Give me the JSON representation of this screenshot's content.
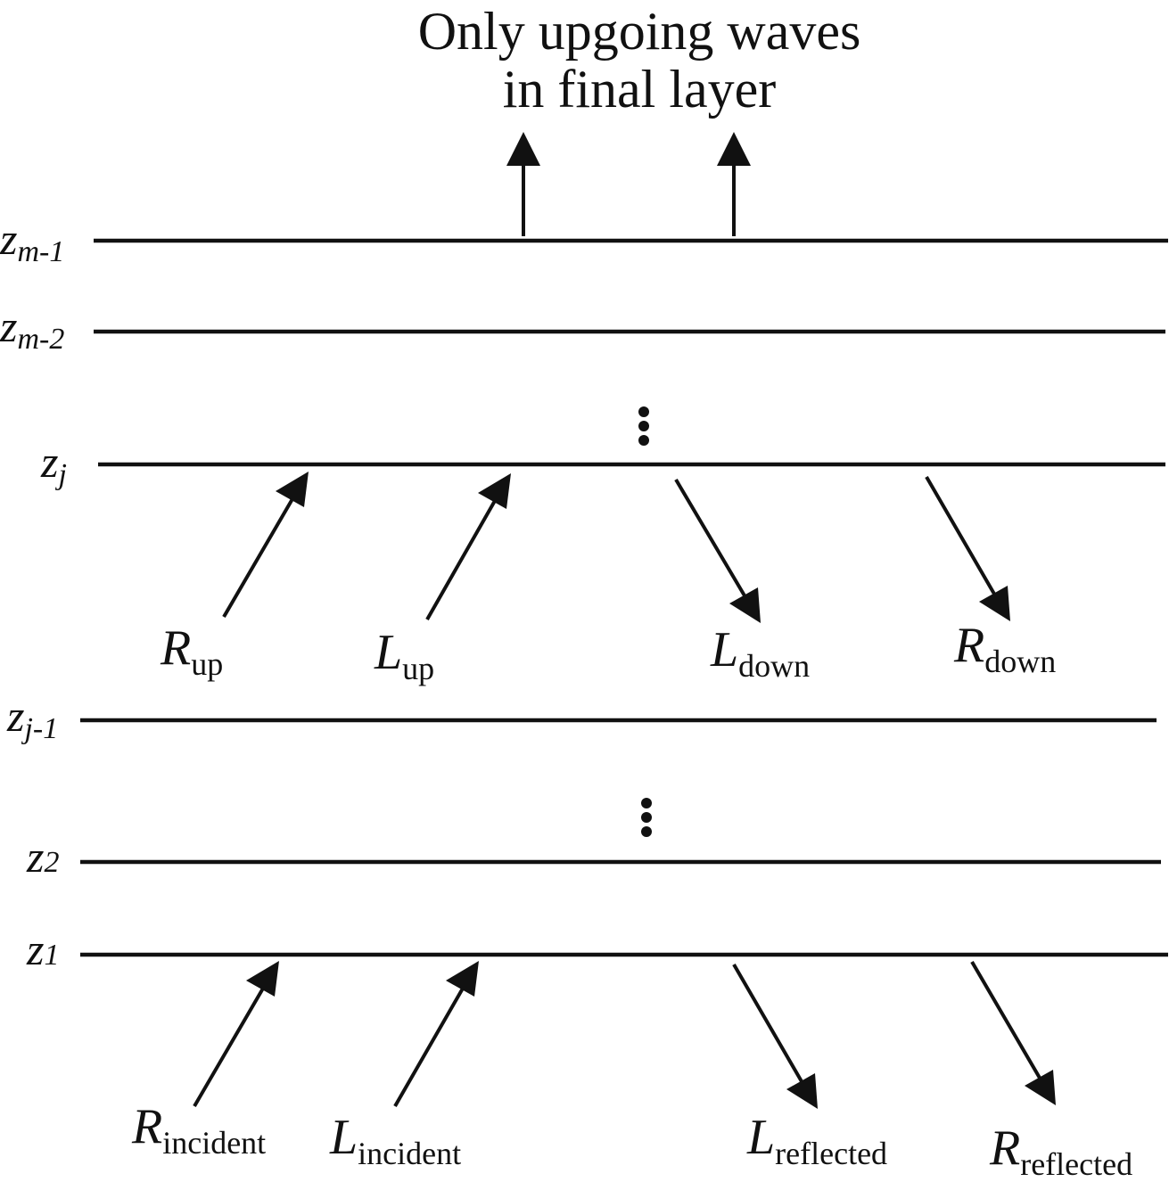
{
  "title": {
    "line1": "Only upgoing waves",
    "line2": "in final layer"
  },
  "interfaces": [
    {
      "key": "zm1",
      "base": "z",
      "sub_var": "m",
      "sub_rest": "-1"
    },
    {
      "key": "zm2",
      "base": "z",
      "sub_var": "m",
      "sub_rest": "-2"
    },
    {
      "key": "zj",
      "base": "z",
      "sub_var": "j",
      "sub_rest": ""
    },
    {
      "key": "zj1",
      "base": "z",
      "sub_var": "j",
      "sub_rest": "-1"
    },
    {
      "key": "z2",
      "base": "z",
      "sub_var": "",
      "sub_rest": "2"
    },
    {
      "key": "z1",
      "base": "z",
      "sub_var": "",
      "sub_rest": "1"
    }
  ],
  "wave_labels": {
    "r_up": {
      "main": "R",
      "sub": "up"
    },
    "l_up": {
      "main": "L",
      "sub": "up"
    },
    "l_down": {
      "main": "L",
      "sub": "down"
    },
    "r_down": {
      "main": "R",
      "sub": "down"
    },
    "r_incident": {
      "main": "R",
      "sub": "incident"
    },
    "l_incident": {
      "main": "L",
      "sub": "incident"
    },
    "l_reflected": {
      "main": "L",
      "sub": "reflected"
    },
    "r_reflected": {
      "main": "R",
      "sub": "reflected"
    }
  },
  "colors": {
    "ink": "#111111",
    "background": "#ffffff"
  }
}
